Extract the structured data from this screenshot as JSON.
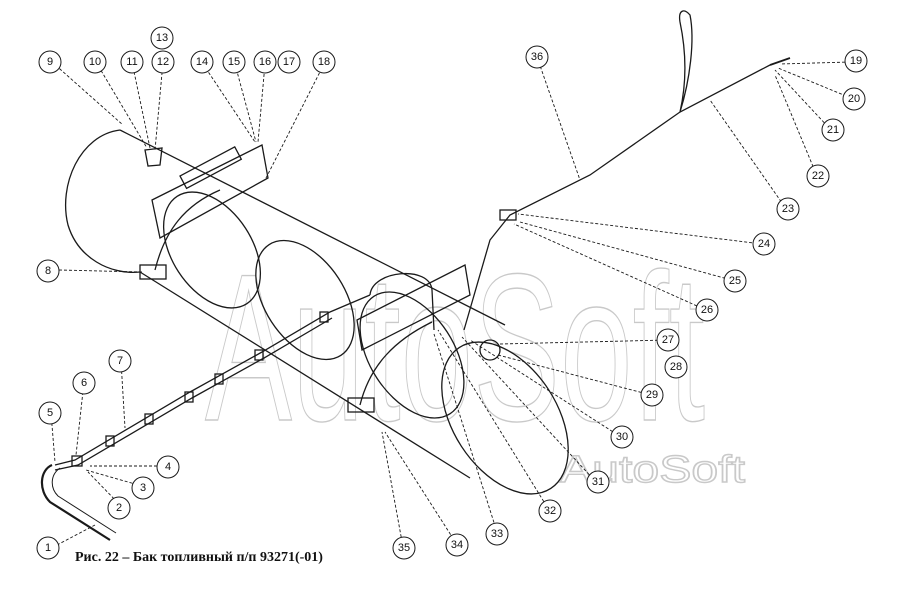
{
  "caption": "Рис. 22 – Бак топливный п/п 93271(-01)",
  "watermark": {
    "main": "AutoSoft",
    "small": "AutoSoft"
  },
  "callouts": [
    "1",
    "2",
    "3",
    "4",
    "5",
    "6",
    "7",
    "8",
    "9",
    "10",
    "11",
    "12",
    "13",
    "14",
    "15",
    "16",
    "17",
    "18",
    "19",
    "20",
    "21",
    "22",
    "23",
    "24",
    "25",
    "26",
    "27",
    "28",
    "29",
    "30",
    "31",
    "32",
    "33",
    "34",
    "35",
    "36"
  ],
  "colors": {
    "ink": "#1a1a1a",
    "watermark": "#c9c9c9",
    "background": "#ffffff"
  }
}
